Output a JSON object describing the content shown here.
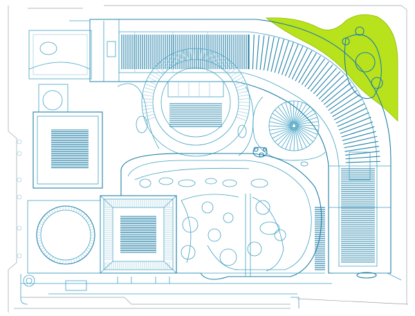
{
  "plan": {
    "colors": {
      "background": "#ffffff",
      "line": "#3fa0c2",
      "line_dark": "#1f7fa6",
      "line_light": "#8fc7db",
      "boundary": "#9aa3a8",
      "lawn": "#b8e21c"
    },
    "zones": [
      "plaza-building-curved",
      "hatched-block-left",
      "square-pavilion",
      "round-court-left",
      "central-oval-court",
      "spiral-stair-court",
      "green-lawn"
    ]
  }
}
